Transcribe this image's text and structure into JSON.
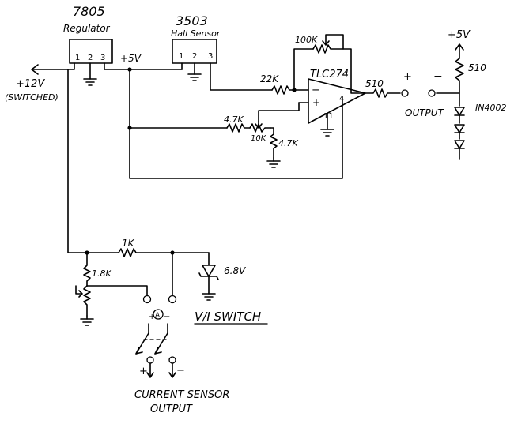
{
  "labels": {
    "regulator_part": "7805",
    "regulator_name": "Regulator",
    "regulator_pins": [
      "1",
      "2",
      "3"
    ],
    "v5_reg": "+5V",
    "sensor_part": "3503",
    "sensor_name": "Hall Sensor",
    "sensor_pins": [
      "1",
      "2",
      "3"
    ],
    "input_voltage": "+12V",
    "input_note": "(SWITCHED)",
    "r_22k": "22K",
    "r_100k": "100K",
    "opamp_part": "TLC274",
    "opamp_minus": "−",
    "opamp_plus": "+",
    "opamp_pin11": "11",
    "opamp_pin4": "4",
    "r_510_out": "510",
    "out_plus": "+",
    "out_minus": "−",
    "output": "OUTPUT",
    "r_47k_a": "4.7K",
    "pot_10k": "10K",
    "r_47k_b": "4.7K",
    "v5_led": "+5V",
    "r_510_led": "510",
    "diode": "IN4002",
    "r_1k": "1K",
    "r_18k": "1.8K",
    "zener": "6.8V",
    "meter": "A",
    "meter_plus": "+",
    "meter_minus": "−",
    "switch_label": "V/I SWITCH",
    "cs_plus": "+",
    "cs_minus": "−",
    "current_sensor_1": "CURRENT SENSOR",
    "current_sensor_2": "OUTPUT"
  }
}
